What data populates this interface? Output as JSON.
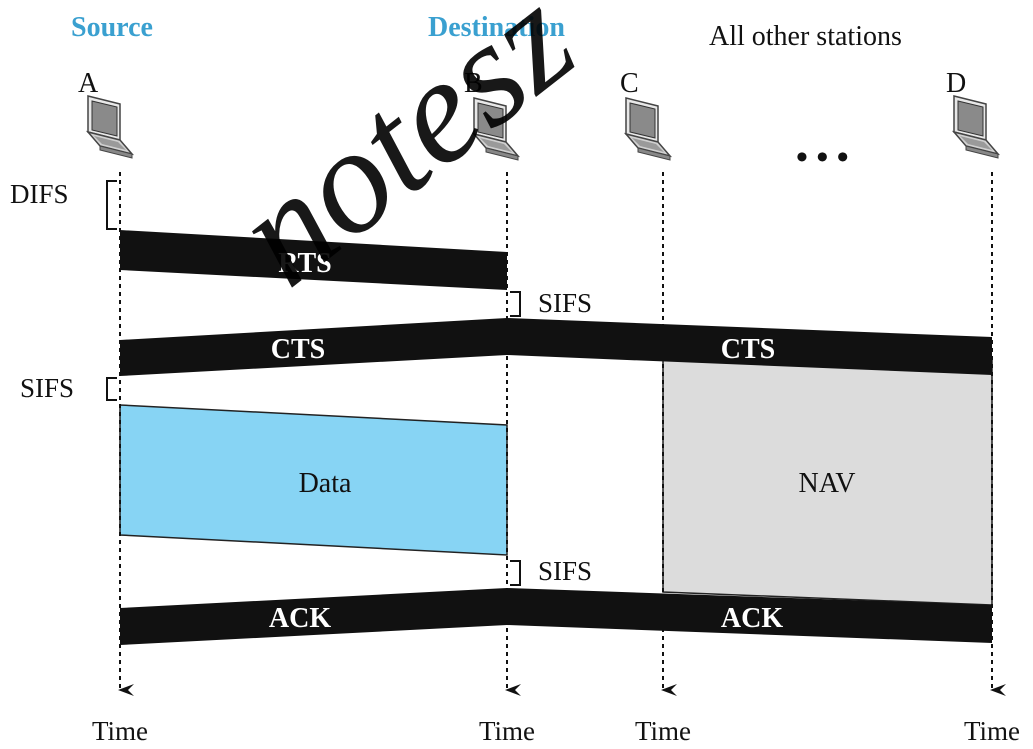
{
  "headers": {
    "source": "Source",
    "destination": "Destination",
    "others": "All other stations"
  },
  "stations": {
    "a": "A",
    "b": "B",
    "c": "C",
    "d": "D",
    "ellipsis": "• • •"
  },
  "intervals": {
    "difs": "DIFS",
    "sifs_1": "SIFS",
    "sifs_2": "SIFS",
    "sifs_3": "SIFS"
  },
  "frames": {
    "rts": "RTS",
    "cts_left": "CTS",
    "cts_right": "CTS",
    "data": "Data",
    "nav": "NAV",
    "ack_left": "ACK",
    "ack_right": "ACK"
  },
  "time_labels": {
    "a": "Time",
    "b": "Time",
    "c": "Time",
    "d": "Time"
  },
  "watermark": "notesz",
  "colors": {
    "source_header": "#3aa0d0",
    "data_fill": "#87d4f4",
    "nav_fill": "#dcdcdc",
    "frame_fill": "#111111"
  }
}
